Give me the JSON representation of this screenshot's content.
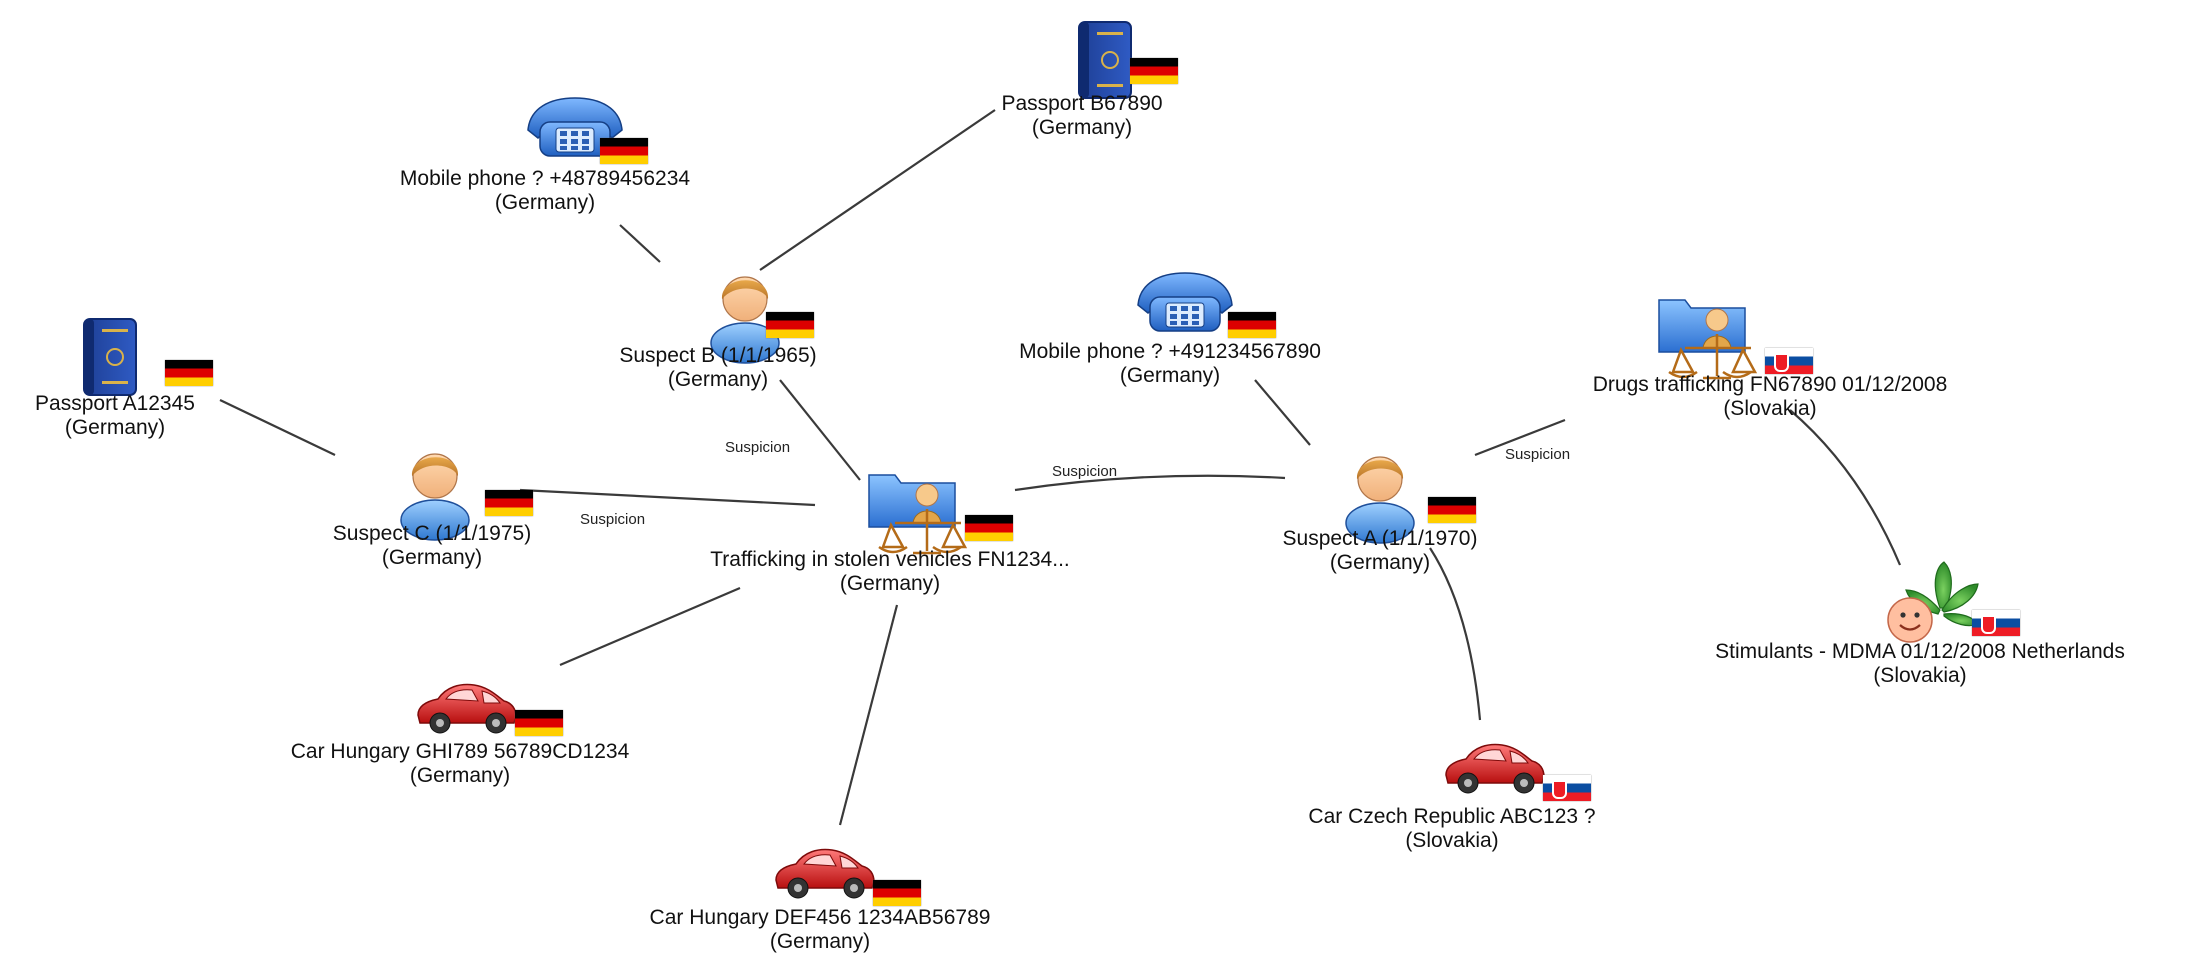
{
  "nodes": [
    {
      "id": "passport-b",
      "icon": "passport-icon",
      "flag": "germany-flag",
      "line1": "Passport B67890",
      "line2": "(Germany)"
    },
    {
      "id": "mobile-b",
      "icon": "phone-icon",
      "flag": "germany-flag",
      "line1": "Mobile phone ? +48789456234",
      "line2": "(Germany)"
    },
    {
      "id": "suspect-b",
      "icon": "person-icon",
      "flag": "germany-flag",
      "line1": "Suspect B (1/1/1965)",
      "line2": "(Germany)"
    },
    {
      "id": "passport-a",
      "icon": "passport-icon",
      "flag": "germany-flag",
      "line1": "Passport A12345",
      "line2": "(Germany)"
    },
    {
      "id": "suspect-c",
      "icon": "person-icon",
      "flag": "germany-flag",
      "line1": "Suspect C (1/1/1975)",
      "line2": "(Germany)"
    },
    {
      "id": "case-vehicles",
      "icon": "case-folder-icon",
      "flag": "germany-flag",
      "line1": "Trafficking in stolen vehicles FN1234...",
      "line2": "(Germany)"
    },
    {
      "id": "mobile-a",
      "icon": "phone-icon",
      "flag": "germany-flag",
      "line1": "Mobile phone ? +491234567890",
      "line2": "(Germany)"
    },
    {
      "id": "suspect-a",
      "icon": "person-icon",
      "flag": "germany-flag",
      "line1": "Suspect A (1/1/1970)",
      "line2": "(Germany)"
    },
    {
      "id": "case-drugs",
      "icon": "case-folder-icon",
      "flag": "slovakia-flag",
      "line1": "Drugs trafficking FN67890 01/12/2008",
      "line2": "(Slovakia)"
    },
    {
      "id": "stimulants",
      "icon": "drug-plant-icon",
      "flag": "slovakia-flag",
      "line1": "Stimulants - MDMA 01/12/2008 Netherlands",
      "line2": "(Slovakia)"
    },
    {
      "id": "car-ghi",
      "icon": "car-icon",
      "flag": "germany-flag",
      "line1": "Car Hungary GHI789 56789CD1234",
      "line2": "(Germany)"
    },
    {
      "id": "car-def",
      "icon": "car-icon",
      "flag": "germany-flag",
      "line1": "Car Hungary DEF456 1234AB56789",
      "line2": "(Germany)"
    },
    {
      "id": "car-abc",
      "icon": "car-icon",
      "flag": "slovakia-flag",
      "line1": "Car Czech Republic ABC123 ?",
      "line2": "(Slovakia)"
    }
  ],
  "edges": [
    {
      "from": "mobile-b",
      "to": "suspect-b",
      "label": ""
    },
    {
      "from": "passport-b",
      "to": "suspect-b",
      "label": ""
    },
    {
      "from": "suspect-b",
      "to": "case-vehicles",
      "label": "Suspicion"
    },
    {
      "from": "passport-a",
      "to": "suspect-c",
      "label": ""
    },
    {
      "from": "suspect-c",
      "to": "case-vehicles",
      "label": "Suspicion"
    },
    {
      "from": "suspect-a",
      "to": "case-vehicles",
      "label": "Suspicion"
    },
    {
      "from": "mobile-a",
      "to": "suspect-a",
      "label": ""
    },
    {
      "from": "suspect-a",
      "to": "case-drugs",
      "label": "Suspicion"
    },
    {
      "from": "case-drugs",
      "to": "stimulants",
      "label": ""
    },
    {
      "from": "case-vehicles",
      "to": "car-ghi",
      "label": ""
    },
    {
      "from": "case-vehicles",
      "to": "car-def",
      "label": ""
    },
    {
      "from": "suspect-a",
      "to": "car-abc",
      "label": ""
    }
  ]
}
